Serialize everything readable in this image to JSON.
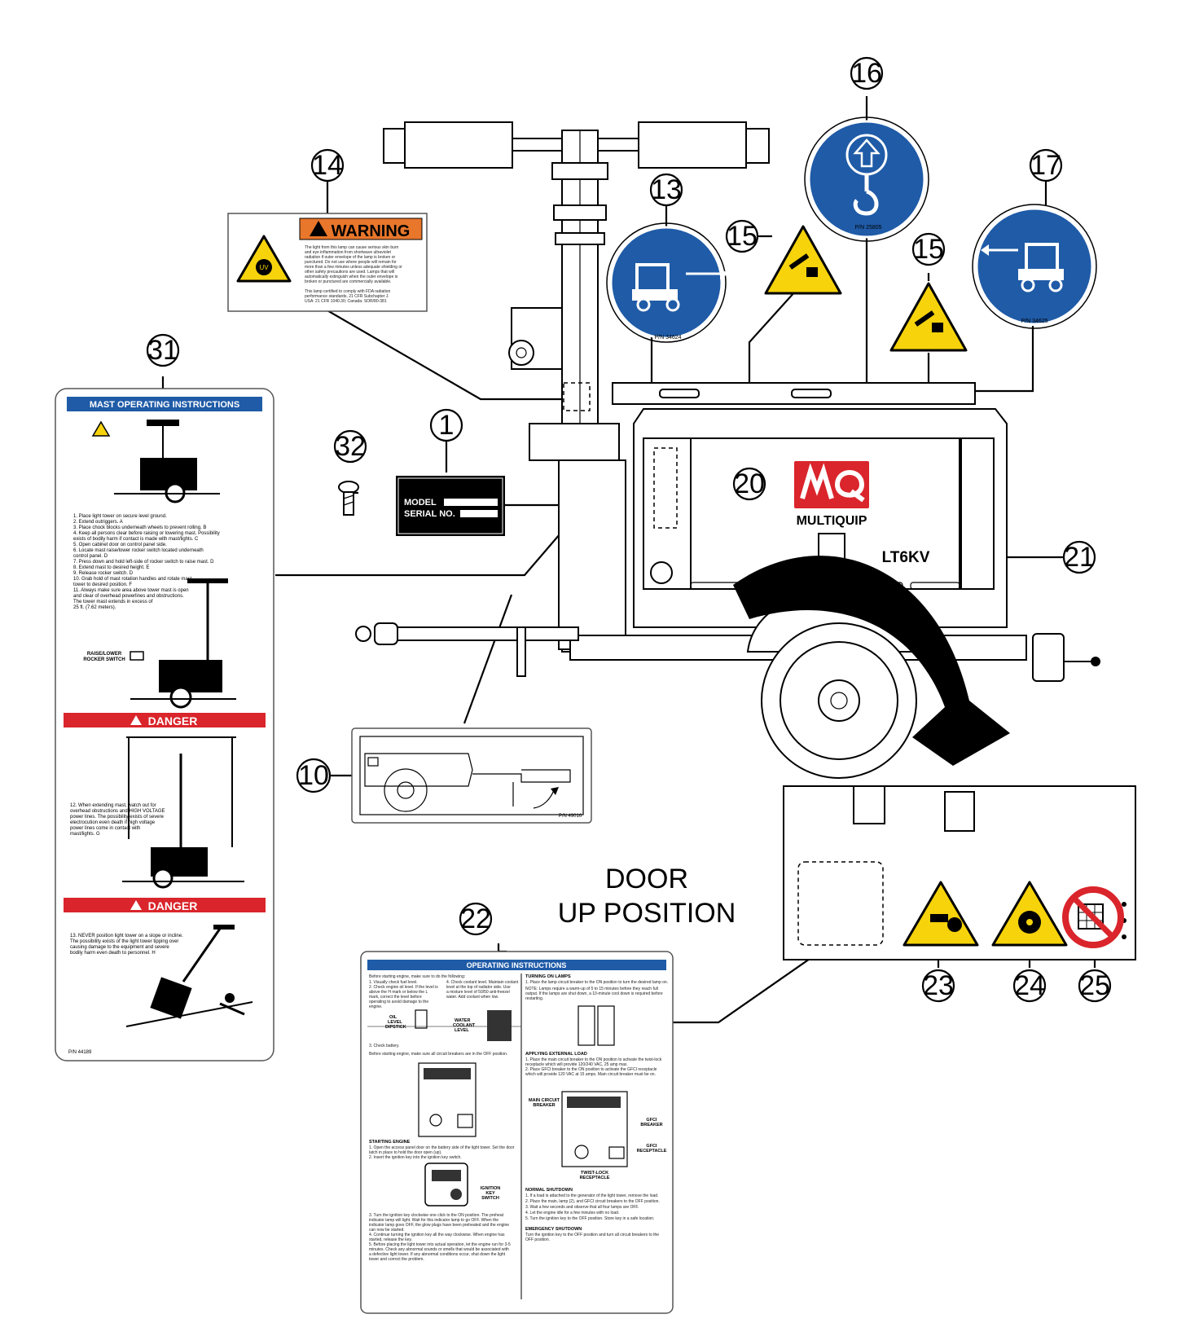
{
  "callouts": [
    "1",
    "10",
    "13",
    "14",
    "15",
    "15",
    "16",
    "17",
    "20",
    "21",
    "22",
    "23",
    "24",
    "25",
    "31",
    "32"
  ],
  "colors": {
    "safety_blue": "#1f5ba7",
    "warning_yellow": "#f6d30b",
    "warning_orange": "#e8762b",
    "danger_red": "#d9252b",
    "brand_red": "#d9252b"
  },
  "icons": [
    "forklift-left-icon",
    "forklift-right-icon",
    "lifting-hook-icon",
    "crush-hazard-icon",
    "uv-hazard-icon",
    "prohibited-icon",
    "bolt-icon"
  ],
  "door_position": {
    "line1": "DOOR",
    "line2": "UP POSITION"
  },
  "model_plate": {
    "model": "MODEL",
    "serial": "SERIAL NO."
  },
  "brand": {
    "name": "MULTIQUIP",
    "model": "LT6KV"
  },
  "warning_decal": {
    "header": "WARNING",
    "body1": "The light from this lamp can cause serious skin burn",
    "body2": "and eye inflammation from shortwave ultraviolet",
    "body3": "radiation if outer envelope of the lamp is broken or",
    "body4": "punctured. Do not use where people will remain for",
    "body5": "more than a few minutes unless adequate shielding or",
    "body6": "other safety precautions are used. Lamps that will",
    "body7": "automatically extinguish when the outer envelope is",
    "body8": "broken or punctured are commercially available.",
    "body9": "This lamp certified to comply with FDA radiation",
    "body10": "performance standards, 21 CFR Subchapter J.",
    "body11": "USA: 21 CFR 1040.30; Canada: SOR/80-381"
  },
  "part_numbers": {
    "left_forklift": "P/N 34624",
    "hook": "P/N 25805",
    "right_forklift": "P/N 34625",
    "mast": "P/N 44189",
    "tow": "P/N 49016"
  },
  "mast_instructions": {
    "title": "MAST OPERATING INSTRUCTIONS",
    "steps": [
      "1.   Place light tower on secure level ground.",
      "2.   Extend outriggers. A",
      "3.   Place chock blocks underneath wheels to prevent rolling. B",
      "4.   Keep all persons clear before raising or lowering mast. Possibility",
      "      exists of bodily harm if contact is made with mast/lights. C",
      "5.   Open cabinet door on control panel side.",
      "6.   Locate mast raise/lower rocker switch located underneath",
      "      control panel. D",
      "7.   Press down and hold left-side of rocker switch to raise mast. D",
      "8.   Extend mast to desired height. E",
      "9.   Release rocker switch. D",
      "10. Grab hold of mast rotation handles and rotate mast",
      "      tower to desired position. F",
      "11. Always make sure area above tower mast is open",
      "      and clear of overhead powerlines and obstructions.",
      "      The tower mast extends in excess of",
      "      25 ft. (7.62 meters)."
    ],
    "rocker_label1": "RAISE/LOWER",
    "rocker_label2": "ROCKER SWITCH",
    "danger1": "DANGER",
    "step12": [
      "12. When extending mast, watch out for",
      "      overhead obstructions and HIGH VOLTAGE",
      "      power lines. The possibility exists of severe",
      "      electrocution even death if high voltage",
      "      power lines come in contact with",
      "      mast/lights. G"
    ],
    "danger2": "DANGER",
    "step13": [
      "13. NEVER position light tower on a slope or incline.",
      "      The possibility exists of the light tower tipping over",
      "      causing damage to the equipment and severe",
      "      bodily harm even death to personnel. H"
    ]
  },
  "operating_instructions": {
    "title": "OPERATING INSTRUCTIONS",
    "left_col": [
      "Before starting engine, make sure to do the following:",
      "1.  Visually check fuel level.",
      "2.  Check engine oil level. If the level is",
      "     above the H mark or below the L",
      "     mark, correct the level before",
      "     operating to avoid damage to the",
      "     engine.",
      "3.  Check battery."
    ],
    "coolant": [
      "4.  Check coolant level. Maintain coolant",
      "     level at the top of radiator side. Use",
      "     a mixture level of 50/50 anti-freeze/",
      "     water. Add coolant when low."
    ],
    "oil_label1": "OIL",
    "oil_label2": "LEVEL",
    "oil_label3": "DIPSTICK",
    "water_label1": "WATER",
    "water_label2": "COOLANT",
    "water_label3": "LEVEL",
    "breakers_note": "Before starting engine, make sure all circuit breakers are in the OFF position.",
    "starting_head": "STARTING ENGINE",
    "starting": [
      "1.  Open the access panel door on the battery side of the light tower. Set the door",
      "     latch in place to hold the door open (up).",
      "2.  Insert the ignition key into the ignition key switch."
    ],
    "ignition1": "IGNITION",
    "ignition2": "KEY",
    "ignition3": "SWITCH",
    "starting2": [
      "3.  Turn the ignition key clockwise one click to the ON position. The preheat",
      "     indicator lamp will light. Wait for this indicator lamp to go OFF. When the",
      "     indicator lamp goes OFF, the glow plugs have been preheated and the engine",
      "     can now be started.",
      "4.  Continue turning the ignition key all the way clockwise. When engine has",
      "     started, release the key.",
      "5.  Before placing the light tower into actual operation, let the engine run for 3-5",
      "     minutes. Check any abnormal sounds or smells that would be associated with",
      "     a defective light tower. If any abnormal conditions occur, shut down the light",
      "     tower and correct the problem."
    ],
    "lamps_head": "TURNING ON LAMPS",
    "lamps": [
      "1.  Place the lamp circuit breaker to the ON position to turn the desired lamp on.",
      "NOTE: Lamps require a warm-up of 5 to 15 minutes before they reach full",
      "output. If the lamps are shut down, a 10-minute cool down is required before",
      "restarting."
    ],
    "load_head": "APPLYING EXTERNAL LOAD",
    "load": [
      "1.  Place the main circuit breaker to the ON position to activate the twist-lock",
      "     receptacle which will provide 120/240 VAC, 25 amp max.",
      "2.  Place GFCI breaker to the ON position to activate the GFCI receptacle",
      "     which will provide 120 VAC at 15 amps. Main circuit breaker must be on."
    ],
    "main_cb1": "MAIN CIRCUIT",
    "main_cb2": "BREAKER",
    "gfci_b1": "GFCI",
    "gfci_b2": "BREAKER",
    "gfci_r1": "GFCI",
    "gfci_r2": "RECEPTACLE",
    "twist1": "TWIST-LOCK",
    "twist2": "RECEPTACLE",
    "shutdown_head": "NORMAL SHUTDOWN",
    "shutdown": [
      "1.  If a load is attached to the generator of the light tower, remove the load.",
      "2.  Place the main, lamp (2), and GFCI circuit breakers to the OFF position.",
      "3.  Wait a few seconds and observe that all four lamps are OFF.",
      "4.  Let the engine idle for a few minutes with no load.",
      "5.  Turn the ignition key to the OFF position. Store key in a safe location."
    ],
    "emergency_head": "EMERGENCY SHUTDOWN",
    "emergency": [
      "Turn the ignition key to the OFF position and turn all circuit breakers to the",
      "OFF position."
    ]
  }
}
